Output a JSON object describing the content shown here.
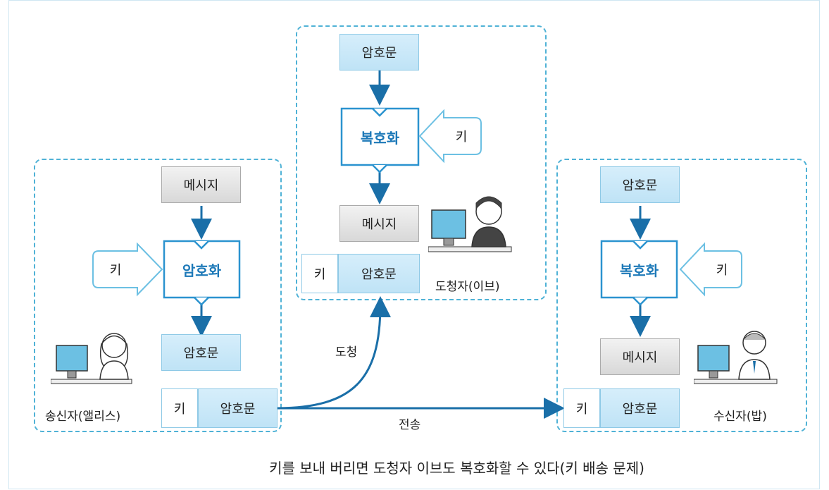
{
  "sender": {
    "message": "메시지",
    "process": "암호화",
    "key": "키",
    "ciphertext": "암호문",
    "send_key": "키",
    "send_cipher": "암호문",
    "role": "송신자(앨리스)"
  },
  "eavesdropper": {
    "ciphertext": "암호문",
    "process": "복호화",
    "key": "키",
    "message": "메시지",
    "recv_key": "키",
    "recv_cipher": "암호문",
    "role": "도청자(이브)"
  },
  "receiver": {
    "ciphertext": "암호문",
    "process": "복호화",
    "key": "키",
    "message": "메시지",
    "recv_key": "키",
    "recv_cipher": "암호문",
    "role": "수신자(밥)"
  },
  "edges": {
    "intercept": "도청",
    "transmit": "전송"
  },
  "caption": "키를 보내 버리면 도청자 이브도 복호화할 수 있다(키 배송 문제)",
  "colors": {
    "dashed_border": "#4fb2d6",
    "arrow": "#1a6fa8",
    "process_text": "#1d79b8",
    "box_fill": "#cfe9f8"
  }
}
